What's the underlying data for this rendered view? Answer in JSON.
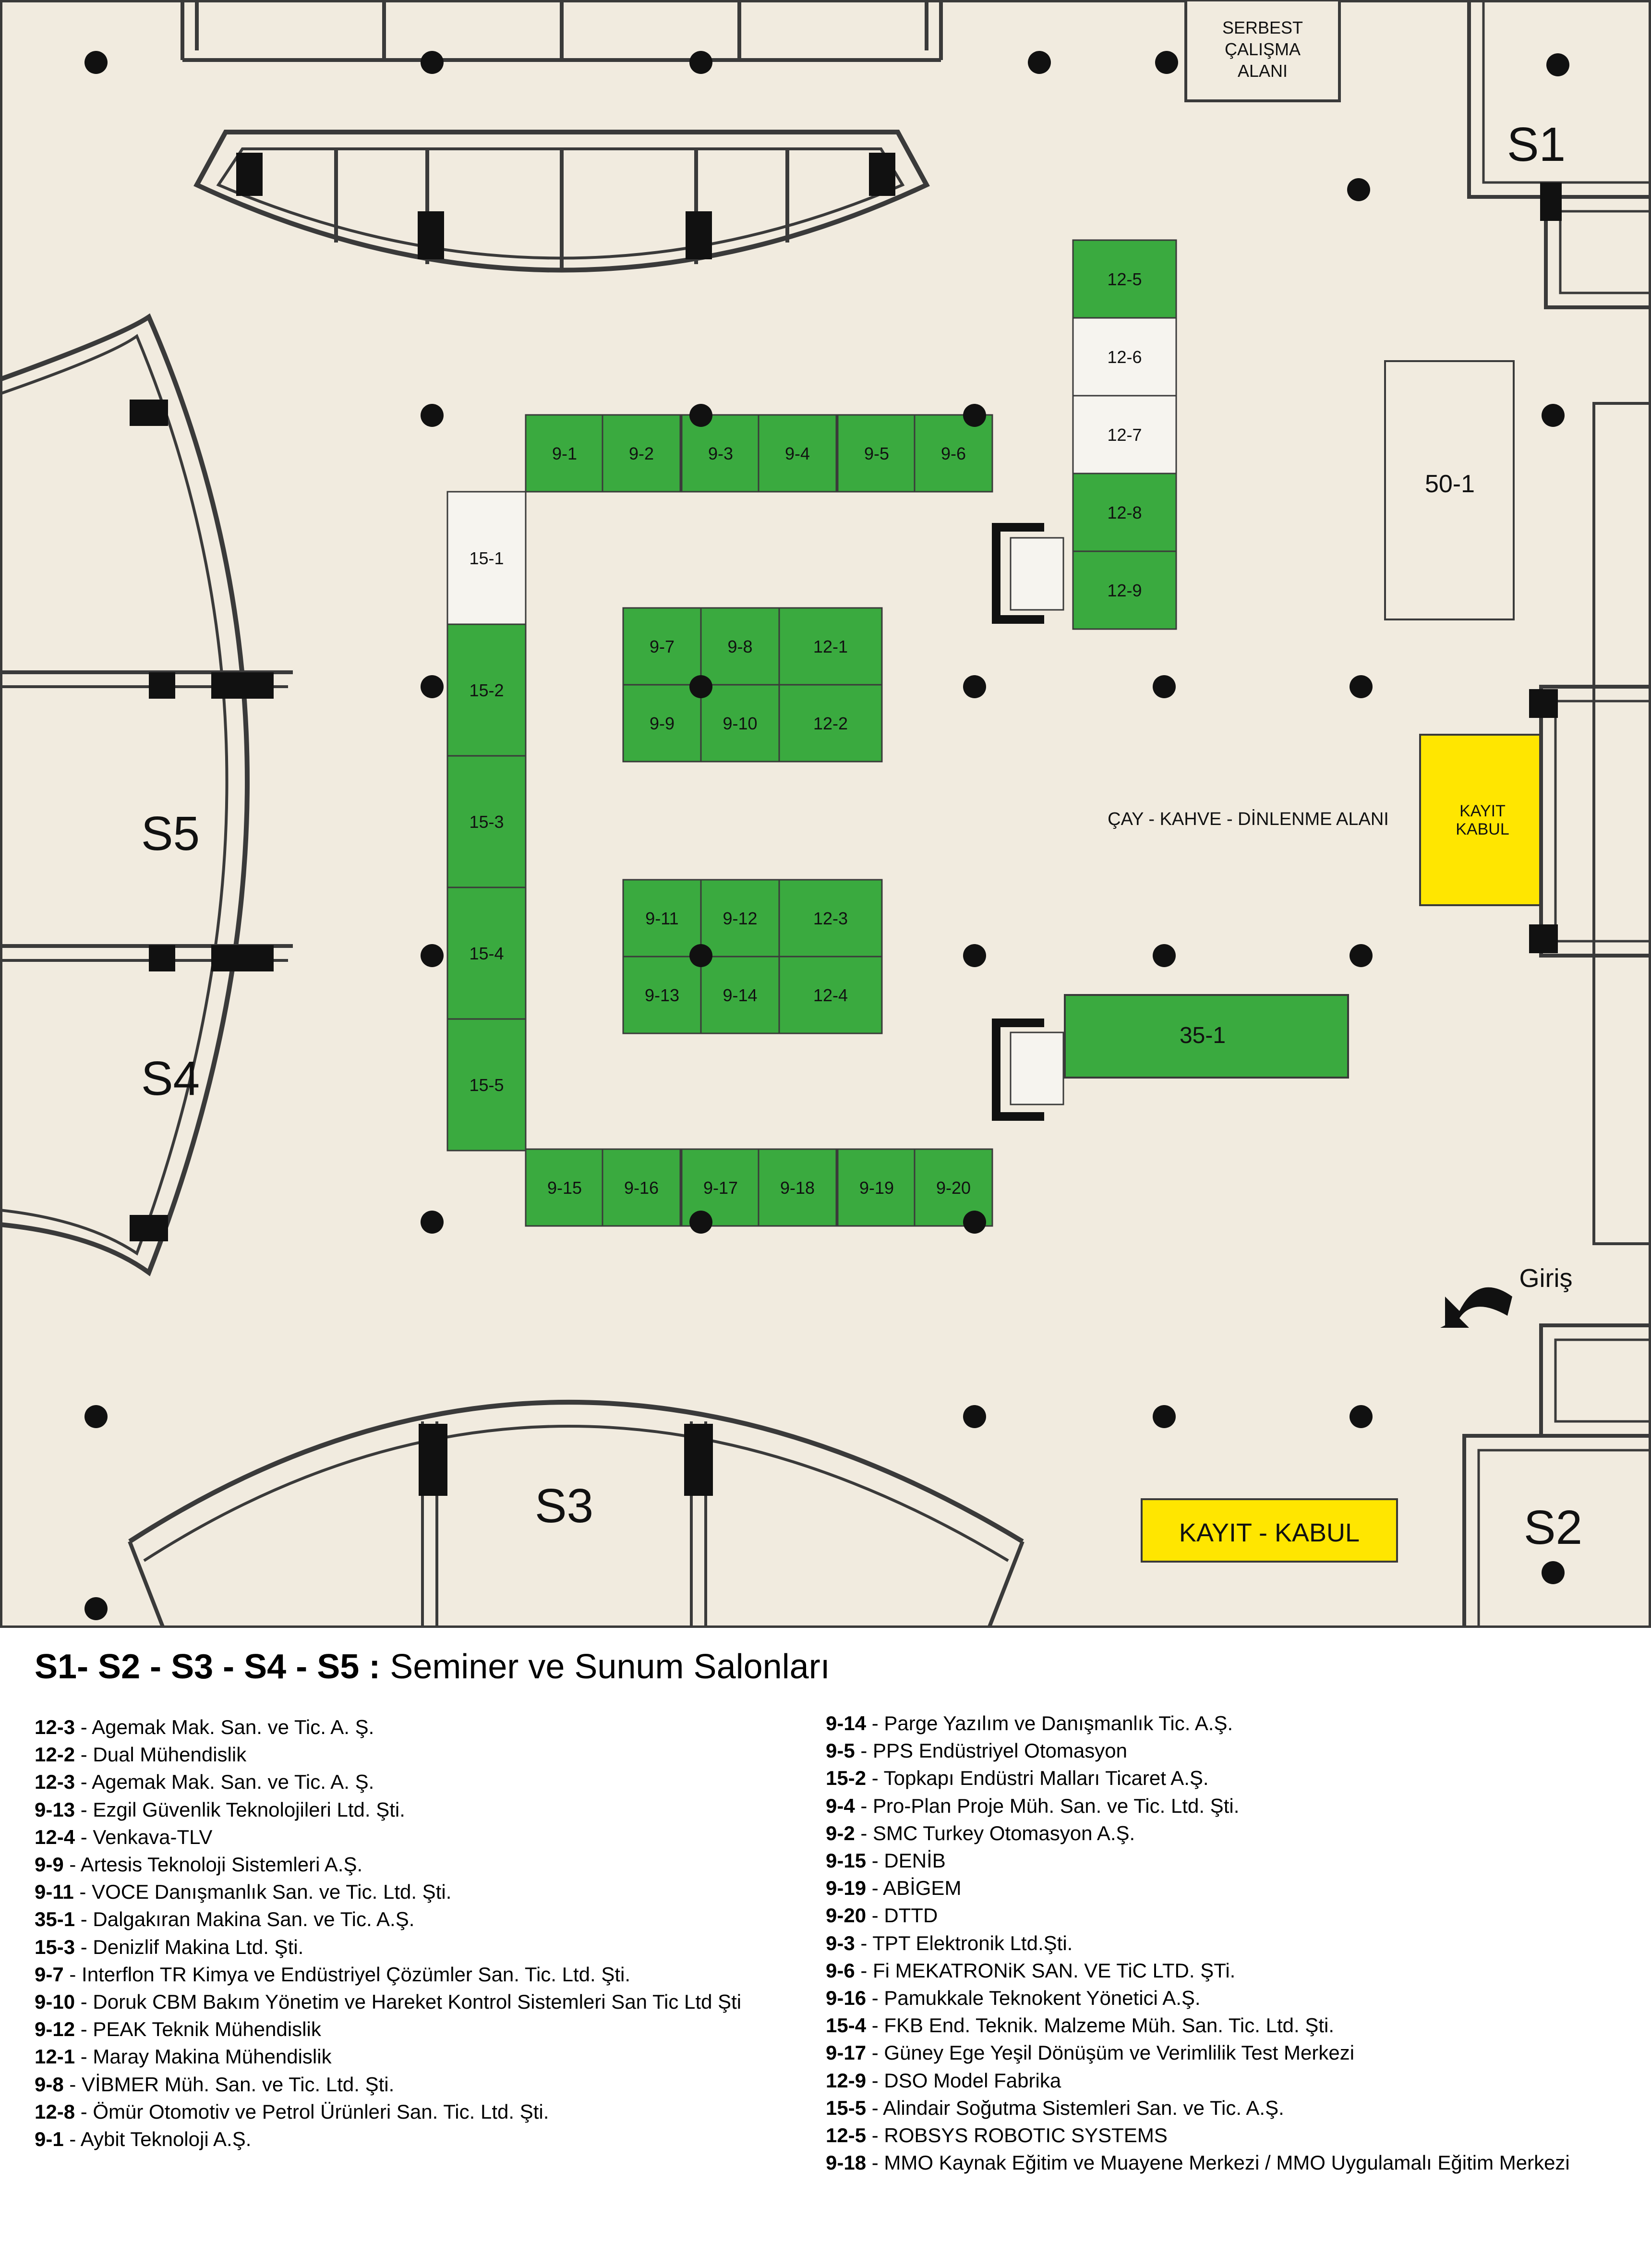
{
  "colors": {
    "floor": "#f1ebdf",
    "wall": "#3a3a3a",
    "booth_green": "#3aaa3f",
    "booth_white": "#f6f4ef",
    "yellow": "#ffe600",
    "column": "#111111"
  },
  "areas": {
    "serbest": [
      "SERBEST",
      "ÇALIŞMA",
      "ALANI"
    ],
    "lounge": "ÇAY - KAHVE - DİNLENME ALANI",
    "kayit_small": [
      "KAYIT",
      "KABUL"
    ],
    "kayit_big": "KAYIT - KABUL",
    "entrance": "Giriş",
    "booth_50": "50-1",
    "booth_35": "35-1"
  },
  "rooms": {
    "s1": "S1",
    "s2": "S2",
    "s3": "S3",
    "s4": "S4",
    "s5": "S5"
  },
  "booths": {
    "top_row": [
      {
        "label": "9-1",
        "green": true
      },
      {
        "label": "9-2",
        "green": true
      },
      {
        "label": "9-3",
        "green": true
      },
      {
        "label": "9-4",
        "green": true
      },
      {
        "label": "9-5",
        "green": true
      },
      {
        "label": "9-6",
        "green": true
      }
    ],
    "bottom_row": [
      {
        "label": "9-15",
        "green": true
      },
      {
        "label": "9-16",
        "green": true
      },
      {
        "label": "9-17",
        "green": true
      },
      {
        "label": "9-18",
        "green": true
      },
      {
        "label": "9-19",
        "green": true
      },
      {
        "label": "9-20",
        "green": true
      }
    ],
    "left_col": [
      {
        "label": "15-1",
        "green": false
      },
      {
        "label": "15-2",
        "green": true
      },
      {
        "label": "15-3",
        "green": true
      },
      {
        "label": "15-4",
        "green": true
      },
      {
        "label": "15-5",
        "green": true
      }
    ],
    "right_col": [
      {
        "label": "12-5",
        "green": true
      },
      {
        "label": "12-6",
        "green": false
      },
      {
        "label": "12-7",
        "green": false
      },
      {
        "label": "12-8",
        "green": true
      },
      {
        "label": "12-9",
        "green": true
      }
    ],
    "island_top": [
      "9-7",
      "9-8",
      "12-1",
      "9-9",
      "9-10",
      "12-2"
    ],
    "island_bottom": [
      "9-11",
      "9-12",
      "12-3",
      "9-13",
      "9-14",
      "12-4"
    ]
  },
  "legend": {
    "title_bold": "S1- S2 - S3 - S4 - S5 :",
    "title_rest": " Seminer ve Sunum Salonları",
    "left": [
      {
        "code": "12-3",
        "name": " - Agemak Mak. San. ve Tic. A. Ş."
      },
      {
        "code": "12-2",
        "name": " - Dual Mühendislik"
      },
      {
        "code": "12-3",
        "name": " - Agemak Mak. San. ve Tic. A. Ş."
      },
      {
        "code": "9-13",
        "name": " - Ezgil Güvenlik Teknolojileri Ltd. Şti."
      },
      {
        "code": "12-4",
        "name": " - Venkava-TLV"
      },
      {
        "code": "9-9",
        "name": " - Artesis Teknoloji Sistemleri A.Ş."
      },
      {
        "code": "9-11",
        "name": " - VOCE Danışmanlık San. ve Tic. Ltd. Şti."
      },
      {
        "code": "35-1",
        "name": " - Dalgakıran Makina San. ve Tic. A.Ş."
      },
      {
        "code": "15-3",
        "name": " - Denizlif Makina Ltd. Şti."
      },
      {
        "code": "9-7",
        "name": " - Interflon TR Kimya ve Endüstriyel Çözümler San. Tic. Ltd. Şti."
      },
      {
        "code": "9-10",
        "name": " - Doruk CBM Bakım Yönetim ve Hareket Kontrol Sistemleri San Tic Ltd Şti"
      },
      {
        "code": "9-12",
        "name": " - PEAK Teknik Mühendislik"
      },
      {
        "code": "12-1",
        "name": " - Maray Makina Mühendislik"
      },
      {
        "code": "9-8",
        "name": "  - VİBMER Müh. San. ve Tic. Ltd. Şti."
      },
      {
        "code": "12-8",
        "name": " - Ömür Otomotiv ve Petrol Ürünleri San. Tic. Ltd. Şti."
      },
      {
        "code": "9-1",
        "name": " - Aybit Teknoloji A.Ş."
      }
    ],
    "right": [
      {
        "code": "9-14",
        "name": " - Parge Yazılım ve Danışmanlık Tic. A.Ş."
      },
      {
        "code": "9-5",
        "name": " - PPS Endüstriyel Otomasyon"
      },
      {
        "code": "15-2",
        "name": " - Topkapı Endüstri Malları Ticaret A.Ş."
      },
      {
        "code": "9-4",
        "name": " - Pro-Plan Proje Müh. San. ve Tic. Ltd. Şti."
      },
      {
        "code": "9-2",
        "name": " - SMC Turkey Otomasyon A.Ş."
      },
      {
        "code": "9-15",
        "name": " - DENİB"
      },
      {
        "code": "9-19",
        "name": " - ABİGEM"
      },
      {
        "code": "9-20",
        "name": " - DTTD"
      },
      {
        "code": "9-3",
        "name": " - TPT Elektronik Ltd.Şti."
      },
      {
        "code": "9-6",
        "name": " - Fi MEKATRONiK SAN. VE TiC LTD. ŞTi."
      },
      {
        "code": "9-16",
        "name": " - Pamukkale Teknokent Yönetici A.Ş."
      },
      {
        "code": "15-4",
        "name": " - FKB End. Teknik. Malzeme Müh. San. Tic. Ltd. Şti."
      },
      {
        "code": "9-17",
        "name": " - Güney Ege Yeşil Dönüşüm ve Verimlilik Test Merkezi"
      },
      {
        "code": "12-9",
        "name": " - DSO Model Fabrika"
      },
      {
        "code": "15-5",
        "name": " - Alindair Soğutma Sistemleri San. ve Tic. A.Ş."
      },
      {
        "code": "12-5",
        "name": "  - ROBSYS ROBOTIC SYSTEMS"
      },
      {
        "code": "9-18",
        "name": " - MMO Kaynak Eğitim ve Muayene Merkezi / MMO Uygulamalı Eğitim Merkezi"
      }
    ]
  }
}
